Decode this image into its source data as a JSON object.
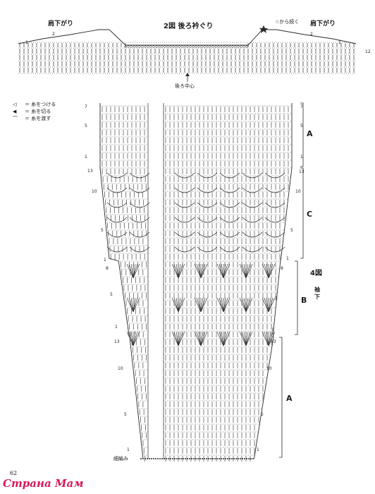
{
  "figure2": {
    "title": "2図 後ろ衿ぐり",
    "shoulder_left": "肩下がり",
    "shoulder_right": "肩下がり",
    "continue_note": "☆から続く",
    "center_back": "後ろ中心",
    "row_marks": [
      "1",
      "2",
      "1",
      "2",
      "12"
    ]
  },
  "legend": {
    "items": [
      {
        "symbol": "◁",
        "label": "＝ 糸をつける"
      },
      {
        "symbol": "◀",
        "label": "＝ 糸を切る"
      },
      {
        "symbol": "⌒",
        "label": "＝ 糸を渡す"
      }
    ]
  },
  "figure4": {
    "title": "4図",
    "subtitle_1": "袖",
    "subtitle_2": "下",
    "section_labels": [
      "A",
      "C",
      "B",
      "A"
    ],
    "bottom_label": "細編み",
    "row_numbers_left": [
      "7",
      "5",
      "1",
      "13",
      "10",
      "5",
      "1",
      "8",
      "5",
      "1",
      "13",
      "10",
      "5",
      "1"
    ],
    "row_numbers_right": [
      "7",
      "5",
      "1",
      "13",
      "10",
      "5",
      "1",
      "8",
      "5",
      "1",
      "13",
      "10",
      "5",
      "1"
    ]
  },
  "page": {
    "number": "62",
    "watermark": "Страна Мам"
  }
}
